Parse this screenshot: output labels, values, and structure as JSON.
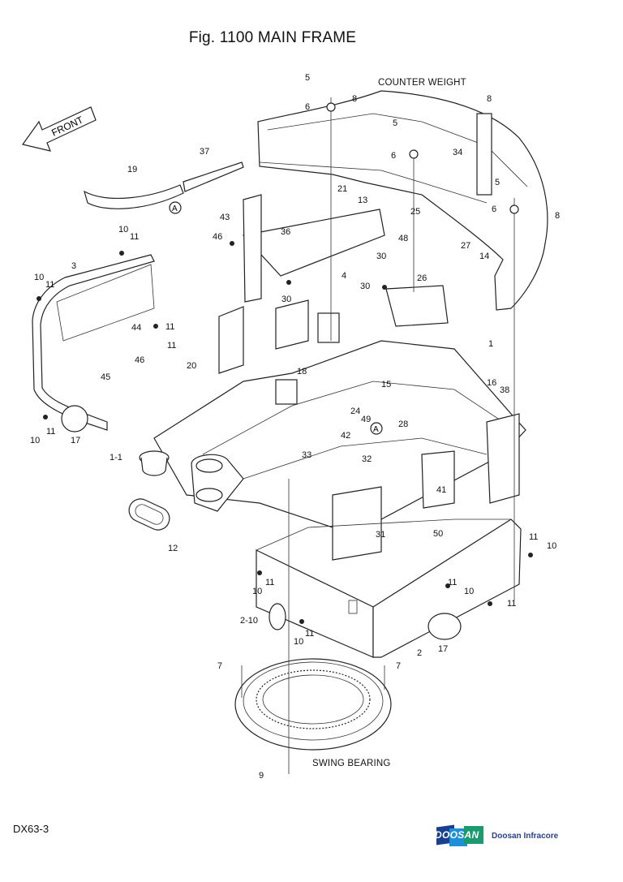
{
  "header": {
    "title": "Fig. 1100 MAIN FRAME"
  },
  "captions": {
    "counter_weight": "COUNTER WEIGHT",
    "swing_bearing": "SWING BEARING",
    "front_arrow": "FRONT"
  },
  "reference_marks": [
    {
      "id": "ref-a-upper",
      "label": "A"
    },
    {
      "id": "ref-a-frame",
      "label": "A"
    }
  ],
  "callouts": [
    {
      "label": "5"
    },
    {
      "label": "8"
    },
    {
      "label": "6"
    },
    {
      "label": "8"
    },
    {
      "label": "5"
    },
    {
      "label": "6"
    },
    {
      "label": "34"
    },
    {
      "label": "37"
    },
    {
      "label": "19"
    },
    {
      "label": "21"
    },
    {
      "label": "13"
    },
    {
      "label": "5"
    },
    {
      "label": "6"
    },
    {
      "label": "8"
    },
    {
      "label": "43"
    },
    {
      "label": "25"
    },
    {
      "label": "46"
    },
    {
      "label": "36"
    },
    {
      "label": "48"
    },
    {
      "label": "27"
    },
    {
      "label": "30"
    },
    {
      "label": "14"
    },
    {
      "label": "10"
    },
    {
      "label": "11"
    },
    {
      "label": "3"
    },
    {
      "label": "4"
    },
    {
      "label": "10"
    },
    {
      "label": "11"
    },
    {
      "label": "30"
    },
    {
      "label": "26"
    },
    {
      "label": "30"
    },
    {
      "label": "44"
    },
    {
      "label": "11"
    },
    {
      "label": "11"
    },
    {
      "label": "1"
    },
    {
      "label": "46"
    },
    {
      "label": "20"
    },
    {
      "label": "18"
    },
    {
      "label": "45"
    },
    {
      "label": "16"
    },
    {
      "label": "15"
    },
    {
      "label": "38"
    },
    {
      "label": "24"
    },
    {
      "label": "49"
    },
    {
      "label": "28"
    },
    {
      "label": "42"
    },
    {
      "label": "10"
    },
    {
      "label": "11"
    },
    {
      "label": "17"
    },
    {
      "label": "33"
    },
    {
      "label": "32"
    },
    {
      "label": "1-1"
    },
    {
      "label": "41"
    },
    {
      "label": "31"
    },
    {
      "label": "50"
    },
    {
      "label": "12"
    },
    {
      "label": "11"
    },
    {
      "label": "10"
    },
    {
      "label": "11"
    },
    {
      "label": "10"
    },
    {
      "label": "11"
    },
    {
      "label": "10"
    },
    {
      "label": "2-10"
    },
    {
      "label": "11"
    },
    {
      "label": "11"
    },
    {
      "label": "10"
    },
    {
      "label": "2"
    },
    {
      "label": "17"
    },
    {
      "label": "7"
    },
    {
      "label": "7"
    },
    {
      "label": "9"
    }
  ],
  "footer": {
    "model": "DX63-3",
    "brand_mark": "DOOSAN",
    "brand_name": "Doosan Infracore",
    "brand_colors": {
      "navy": "#1a3f8f",
      "blue": "#1e90d8",
      "green": "#1a9a6e"
    }
  }
}
